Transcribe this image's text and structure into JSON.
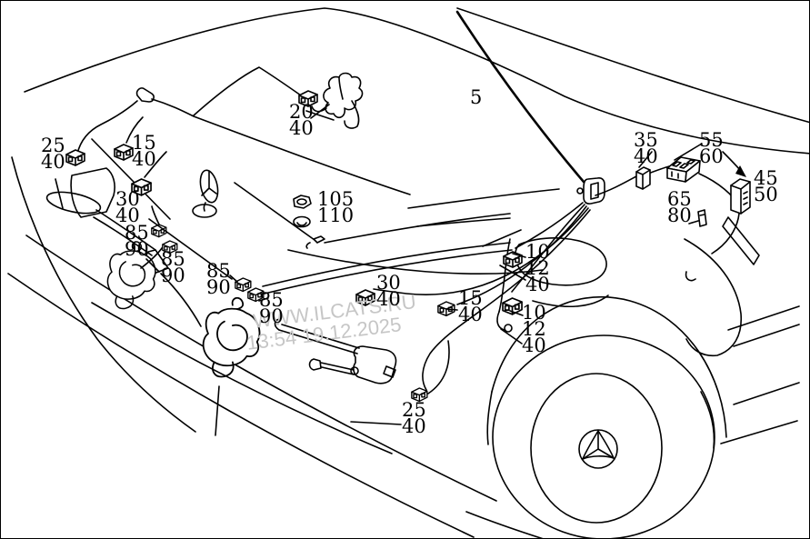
{
  "diagram": {
    "kind": "vehicle-front-wiring-harness-parts-diagram",
    "background": "#ffffff",
    "line_color": "#000000"
  },
  "watermark": {
    "site": "WWW.ILCATS.RU",
    "timestamp": "13:54 19.12.2025",
    "color": "#c6c6c6"
  },
  "callouts": [
    {
      "id": "front-left-connector-a",
      "lines": [
        "25",
        "40"
      ]
    },
    {
      "id": "hood-left-connector",
      "lines": [
        "15",
        "40"
      ]
    },
    {
      "id": "left-fender-connector",
      "lines": [
        "30",
        "40"
      ]
    },
    {
      "id": "horn-left-terminal-a",
      "lines": [
        "85",
        "90"
      ]
    },
    {
      "id": "horn-left-terminal-b",
      "lines": [
        "85",
        "90"
      ]
    },
    {
      "id": "horn-center-terminal-a",
      "lines": [
        "85",
        "90"
      ]
    },
    {
      "id": "horn-center-terminal-b",
      "lines": [
        "85",
        "90"
      ]
    },
    {
      "id": "siren-connector",
      "lines": [
        "20",
        "40"
      ]
    },
    {
      "id": "mounting-nut-grommet",
      "lines": [
        "105",
        "110"
      ]
    },
    {
      "id": "main-harness",
      "lines": [
        "5"
      ]
    },
    {
      "id": "bulkhead-connector",
      "lines": [
        "35",
        "40"
      ]
    },
    {
      "id": "fuse-box",
      "lines": [
        "55",
        "60"
      ]
    },
    {
      "id": "fender-clip",
      "lines": [
        "65",
        "80"
      ]
    },
    {
      "id": "right-fender-connector",
      "lines": [
        "45",
        "50"
      ]
    },
    {
      "id": "reservoir-connector-a",
      "lines": [
        "10",
        "12",
        "40"
      ]
    },
    {
      "id": "reservoir-connector-b",
      "lines": [
        "10",
        "12",
        "40"
      ]
    },
    {
      "id": "engine-bay-connector",
      "lines": [
        "30",
        "40"
      ]
    },
    {
      "id": "center-connector",
      "lines": [
        "15",
        "40"
      ]
    },
    {
      "id": "bumper-connector",
      "lines": [
        "25",
        "40"
      ]
    }
  ]
}
